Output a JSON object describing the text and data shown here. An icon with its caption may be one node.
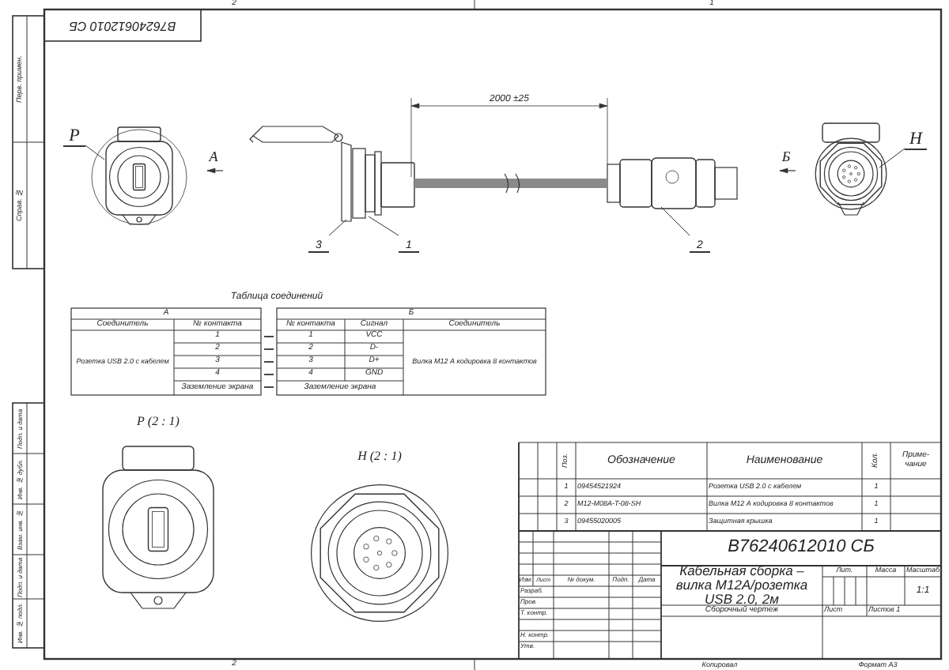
{
  "diagram": {
    "nodes": [
      {
        "text": [
          "Р"
        ]
      },
      {
        "text": [],
        "shape": "picture"
      },
      {
        "text": [
          "3"
        ]
      },
      {
        "text": [],
        "shape": "picture"
      },
      {
        "text": [
          "1"
        ]
      },
      {
        "text": [],
        "shape": "picture"
      },
      {
        "text": [
          "2"
        ]
      },
      {
        "text": [],
        "shape": "picture"
      },
      {
        "text": [
          "Н"
        ]
      },
      {
        "text": [],
        "shape": "picture"
      }
    ],
    "edges": [
      {
        "from": 0,
        "to": 1,
        "arrow": "none"
      },
      {
        "from": 2,
        "to": 3,
        "arrow": "none"
      },
      {
        "from": 4,
        "to": 5,
        "arrow": "none"
      },
      {
        "from": 6,
        "to": 7,
        "arrow": "none"
      },
      {
        "from": 8,
        "to": 9,
        "arrow": "none"
      },
      {
        "from": 5,
        "to": 7,
        "arrow": "none",
        "style": "thick"
      }
    ],
    "labels": [
      "В76240612010 СБ",
      "2",
      "1",
      "Перв. примен.",
      "Справ. №",
      "Подп. и дата",
      "Инв. № дубл.",
      "Взам. инв. №",
      "Подп. и дата",
      "Инв. № подл.",
      "А",
      "Б",
      "2000 ±25",
      "Таблица соединений",
      "А",
      "Соединитель",
      "№ контакта",
      "Розетка USB 2.0 с кабелем",
      "1",
      "2",
      "3",
      "4",
      "Заземление экрана",
      "Б",
      "№ контакта",
      "Сигнал",
      "Соединитель",
      "1",
      "VCC",
      "Вилка М12 А кодировка 8 контактов",
      "2",
      "D-",
      "3",
      "D+",
      "4",
      "GND",
      "Заземление экрана",
      "Р (2 : 1)",
      "Н (2 : 1)",
      "Поз.",
      "Обозначение",
      "Наименование",
      "Кол.",
      "Приме- чание",
      "1",
      "09454521924",
      "Розетка USB 2.0 с кабелем",
      "1",
      "2",
      "M12-M08A-T-08-SH",
      "Вилка М12 А кодировка 8 контактов",
      "1",
      "3",
      "09455020005",
      "Защитная крышка",
      "1",
      "В76240612010 СБ",
      "Изм.",
      "Лист",
      "№ докум.",
      "Подп.",
      "Дата",
      "Разраб.",
      "Пров.",
      "Т. контр.",
      "Н. контр.",
      "Утв.",
      "Кабельная сборка – вилка М12А/розетка USB 2.0, 2м",
      "Сборочный чертеж",
      "Лит.",
      "Масса",
      "Масштаб",
      "1:1",
      "Лист",
      "Листов 1",
      "2",
      "Копировал",
      "Формат А3"
    ]
  }
}
